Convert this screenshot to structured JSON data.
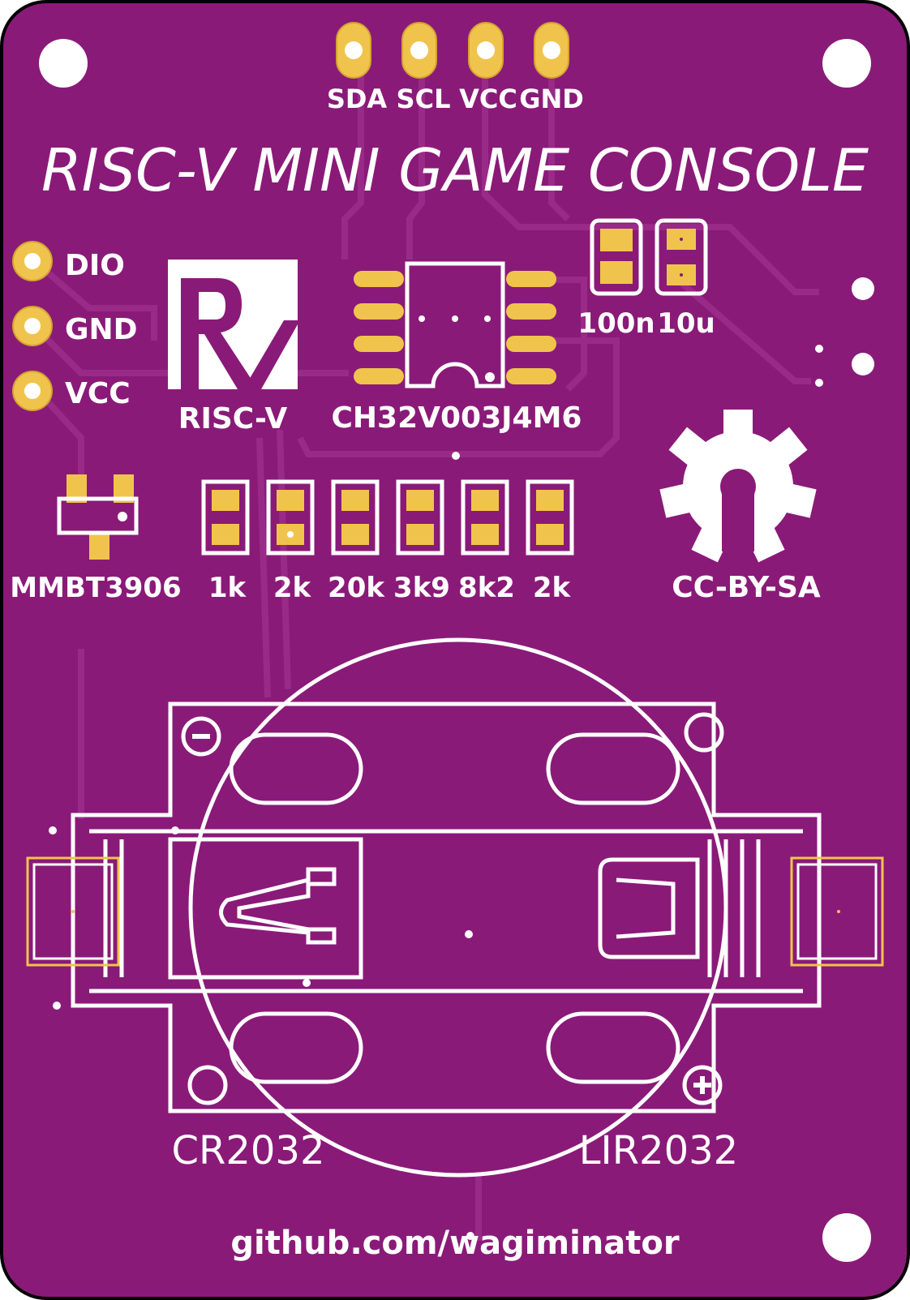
{
  "colors": {
    "board": "#8a1a78",
    "trace": "#9a2a88",
    "silkscreen": "#ffffff",
    "copper": "#f0c44c",
    "pad_outline": "#d4a330",
    "outline": "#000000"
  },
  "header_pins": [
    "SDA",
    "SCL",
    "VCC",
    "GND"
  ],
  "title": "RISC-V MINI GAME CONSOLE",
  "side_pins": [
    "DIO",
    "GND",
    "VCC"
  ],
  "logo_label": "RISC-V",
  "chip_label": "CH32V003J4M6",
  "capacitors": [
    "100n",
    "10u"
  ],
  "transistor_label": "MMBT3906",
  "resistors": [
    "1k",
    "2k",
    "20k",
    "3k9",
    "8k2",
    "2k"
  ],
  "license": "CC-BY-SA",
  "batteries": [
    "CR2032",
    "LIR2032"
  ],
  "footer": "github.com/wagiminator",
  "icons": [
    "risc-v-logo",
    "open-hardware-gear-icon",
    "minus-polarity-icon",
    "plus-polarity-icon"
  ]
}
